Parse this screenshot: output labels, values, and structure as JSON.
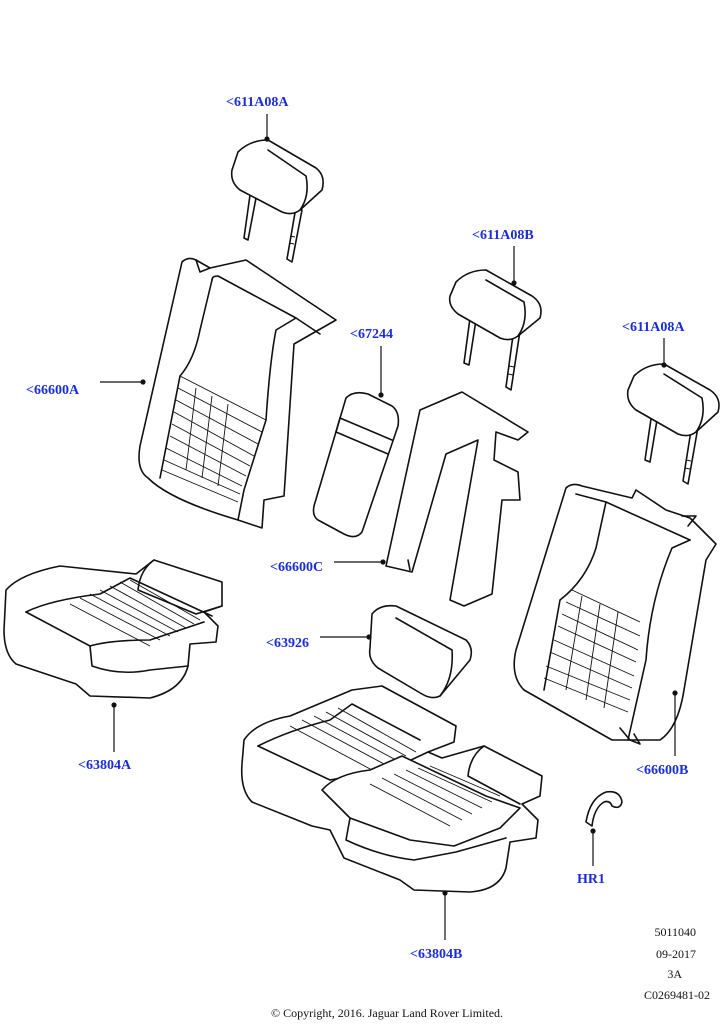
{
  "callouts": {
    "hr_left": "<611A08A",
    "hr_middle": "<611A08B",
    "hr_right": "<611A08A",
    "armrest_insert": "<67244",
    "back_left": "<66600A",
    "back_center": "<66600C",
    "back_right": "<66600B",
    "armrest": "<63926",
    "cushion_left": "<63804A",
    "cushion_right": "<63804B",
    "hook": "HR1"
  },
  "stamp": {
    "line1": "5011040",
    "line2": "09-2017",
    "line3": "3A",
    "line4": "C0269481-02"
  },
  "copyright": "© Copyright, 2016. Jaguar Land Rover Limited.",
  "colors": {
    "callout": "#1a2dd6",
    "line": "#111111",
    "background": "#ffffff"
  }
}
